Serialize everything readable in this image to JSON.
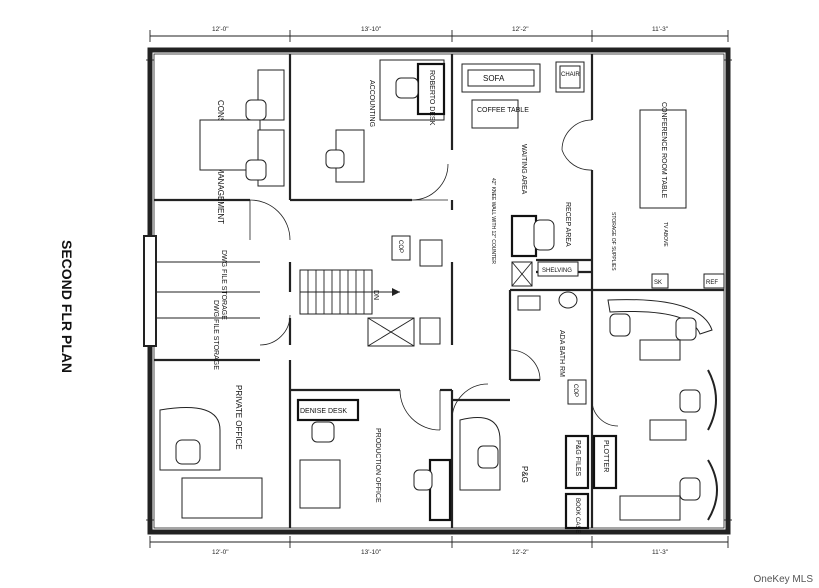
{
  "plan": {
    "title": "SECOND FLR PLAN",
    "watermark": "OneKey MLS",
    "stair_label": "DN",
    "dimensions_top": [
      "12'-0\"",
      "13'-10\"",
      "12'-2\"",
      "11'-3\""
    ],
    "dimensions_bottom": [
      "12'-0\"",
      "13'-10\"",
      "12'-2\"",
      "11'-3\""
    ],
    "rooms": {
      "construction_management": "CONSTRUCTION MANAGEMENT",
      "dwg_file_storage_1": "DWG FILE STORAGE",
      "dwg_file_storage_2": "DWG FILE STORAGE",
      "accounting": "ACCOUNTING",
      "roberto_desk": "ROBERTO DESK",
      "waiting_area": "WAITING AREA",
      "recep_area": "RECEP AREA",
      "conference_room_table": "CONFERENCE ROOM TABLE",
      "private_office": "PRIVATE OFFICE",
      "production_office": "PRODUCTION OFFICE",
      "p_and_g": "P&G",
      "ada_bath_rm": "ADA BATH RM"
    },
    "furniture": {
      "sofa": "SOFA",
      "chair": "CHAIR",
      "coffee_table": "COFFEE TABLE",
      "shelving": "SHELVING",
      "denise_desk": "DENISE DESK",
      "pg_files": "P&G FILES",
      "plotter": "PLOTTER",
      "book_case": "BOOK CASE",
      "cop_1": "COP",
      "cop_2": "COP",
      "ref": "REF",
      "sk": "SK",
      "knee_wall": "42\" KNEE WALL WITH 12\" COUNTER",
      "storage_supplies": "STORAGE OF SUPPLIES",
      "tv_above": "TV ABOVE"
    }
  }
}
